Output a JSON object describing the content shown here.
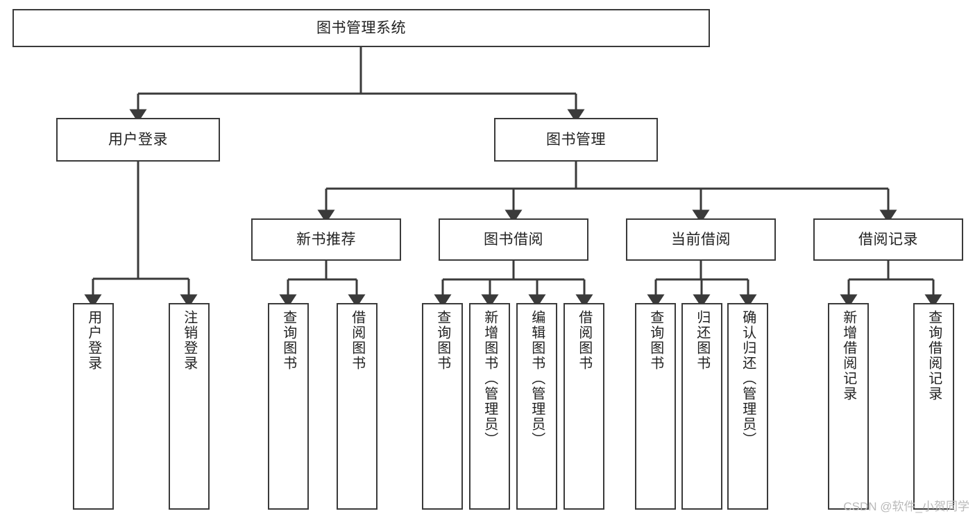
{
  "diagram": {
    "type": "tree-hierarchy",
    "title": "图书管理系统",
    "watermark": "CSDN @软件_小贺同学",
    "colors": {
      "box_border": "#3a3a3a",
      "box_fill": "#ffffff",
      "connector": "#3a3a3a",
      "text": "#222222",
      "watermark": "#b9b9b9"
    },
    "levels": {
      "root": {
        "label": "图书管理系统"
      },
      "level2": [
        {
          "label": "用户登录"
        },
        {
          "label": "图书管理"
        }
      ],
      "level3": [
        {
          "label": "新书推荐"
        },
        {
          "label": "图书借阅"
        },
        {
          "label": "当前借阅"
        },
        {
          "label": "借阅记录"
        }
      ],
      "leaves": {
        "user_login": [
          {
            "label": "用户登录"
          },
          {
            "label": "注销登录"
          }
        ],
        "new_book_recommend": [
          {
            "label": "查询图书"
          },
          {
            "label": "借阅图书"
          }
        ],
        "book_borrow": [
          {
            "label": "查询图书"
          },
          {
            "label": "新增图书（管理员）"
          },
          {
            "label": "编辑图书（管理员）"
          },
          {
            "label": "借阅图书"
          }
        ],
        "current_borrow": [
          {
            "label": "查询图书"
          },
          {
            "label": "归还图书"
          },
          {
            "label": "确认归还（管理员）"
          }
        ],
        "borrow_record": [
          {
            "label": "新增借阅记录"
          },
          {
            "label": "查询借阅记录"
          }
        ]
      }
    }
  }
}
